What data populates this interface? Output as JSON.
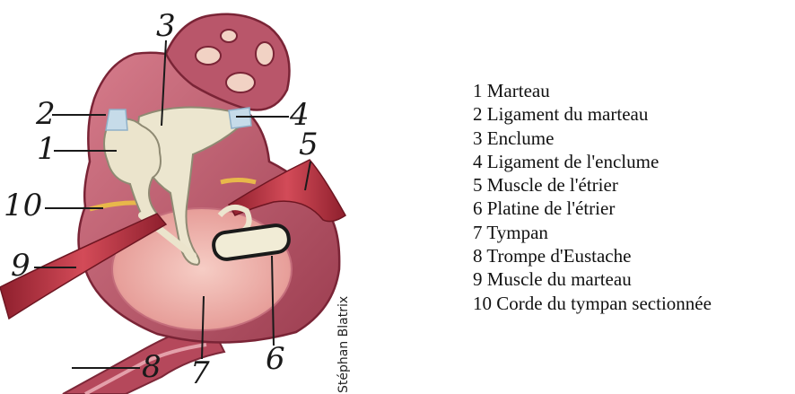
{
  "diagram": {
    "labels": [
      "1",
      "2",
      "3",
      "4",
      "5",
      "6",
      "7",
      "8",
      "9",
      "10"
    ],
    "credit": "Stéphan Blatrix",
    "colors": {
      "tissue": "#c9687a",
      "tissue_dark": "#8f3346",
      "bone": "#ece6cf",
      "membrane": "#f2c0b8",
      "muscle": "#b62d3d",
      "ligament": "#c6dbe9"
    }
  },
  "legend": {
    "items": [
      "1 Marteau",
      "2 Ligament du marteau",
      "3 Enclume",
      "4 Ligament de l'enclume",
      "5 Muscle de l'étrier",
      "6 Platine de l'étrier",
      "7 Tympan",
      "8 Trompe d'Eustache",
      "9 Muscle du marteau",
      "10 Corde du tympan sectionnée"
    ]
  }
}
